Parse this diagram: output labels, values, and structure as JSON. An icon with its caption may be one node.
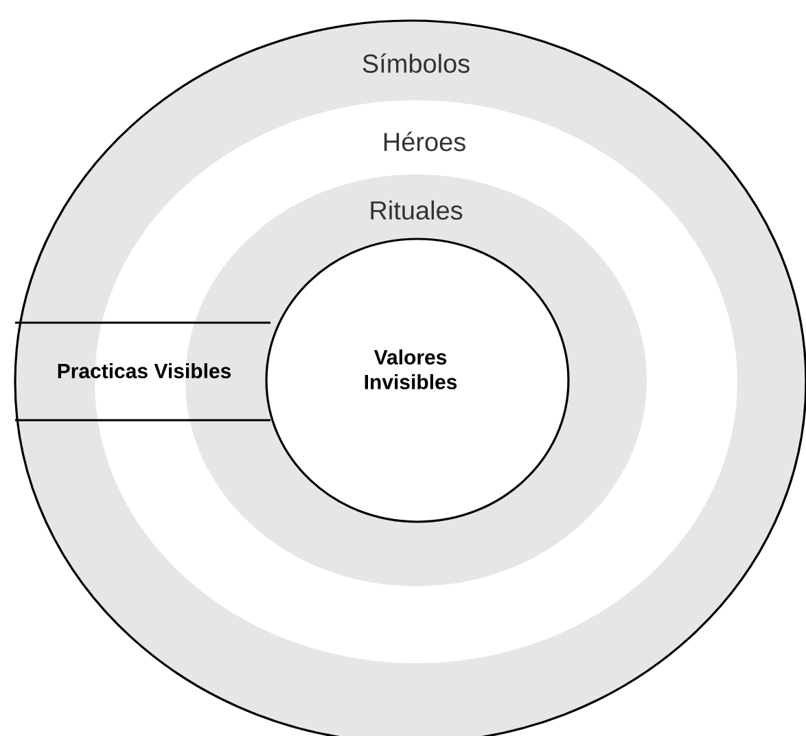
{
  "diagram": {
    "nodes": [
      {
        "text": [
          "Símbolos"
        ]
      },
      {
        "text": [
          "Héroes"
        ],
        "in": 0
      },
      {
        "text": [
          "Rituales"
        ],
        "in": 1
      },
      {
        "text": [
          "Valores Invisibles"
        ],
        "in": 2
      },
      {
        "text": [
          "Practicas Visibles"
        ],
        "in": 0
      }
    ]
  }
}
